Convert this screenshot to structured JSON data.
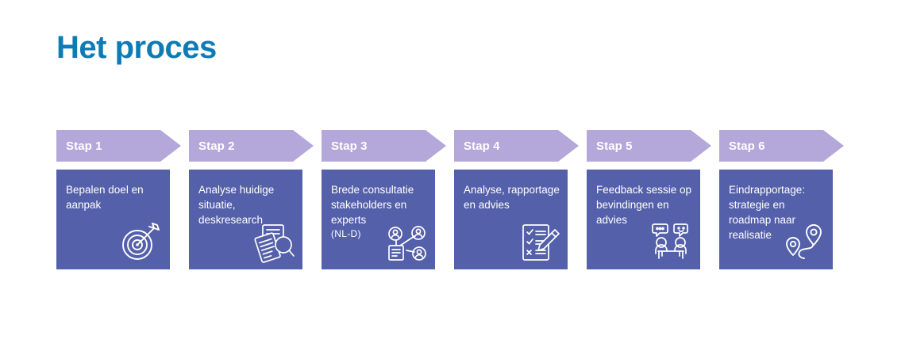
{
  "page": {
    "title": "Het proces",
    "background_color": "#ffffff",
    "title_color": "#0e7bb5",
    "header_color": "#b4a7da",
    "card_color": "#5560aa",
    "text_color": "#ffffff"
  },
  "steps": [
    {
      "header": "Stap 1",
      "text": "Bepalen doel en aanpak",
      "subtext": "",
      "icon": "target-arrow-icon"
    },
    {
      "header": "Stap 2",
      "text": "Analyse huidige situatie, deskresearch",
      "subtext": "",
      "icon": "document-magnifier-icon"
    },
    {
      "header": "Stap 3",
      "text": "Brede consultatie stakeholders en experts",
      "subtext": "(NL-D)",
      "icon": "stakeholder-network-icon"
    },
    {
      "header": "Stap 4",
      "text": "Analyse, rapportage en advies",
      "subtext": "",
      "icon": "checklist-pencil-icon"
    },
    {
      "header": "Stap 5",
      "text": "Feedback sessie op bevindingen en advies",
      "subtext": "",
      "icon": "meeting-discussion-icon"
    },
    {
      "header": "Stap 6",
      "text": "Eindrapportage: strategie en roadmap naar realisatie",
      "subtext": "",
      "icon": "map-route-pins-icon"
    }
  ]
}
